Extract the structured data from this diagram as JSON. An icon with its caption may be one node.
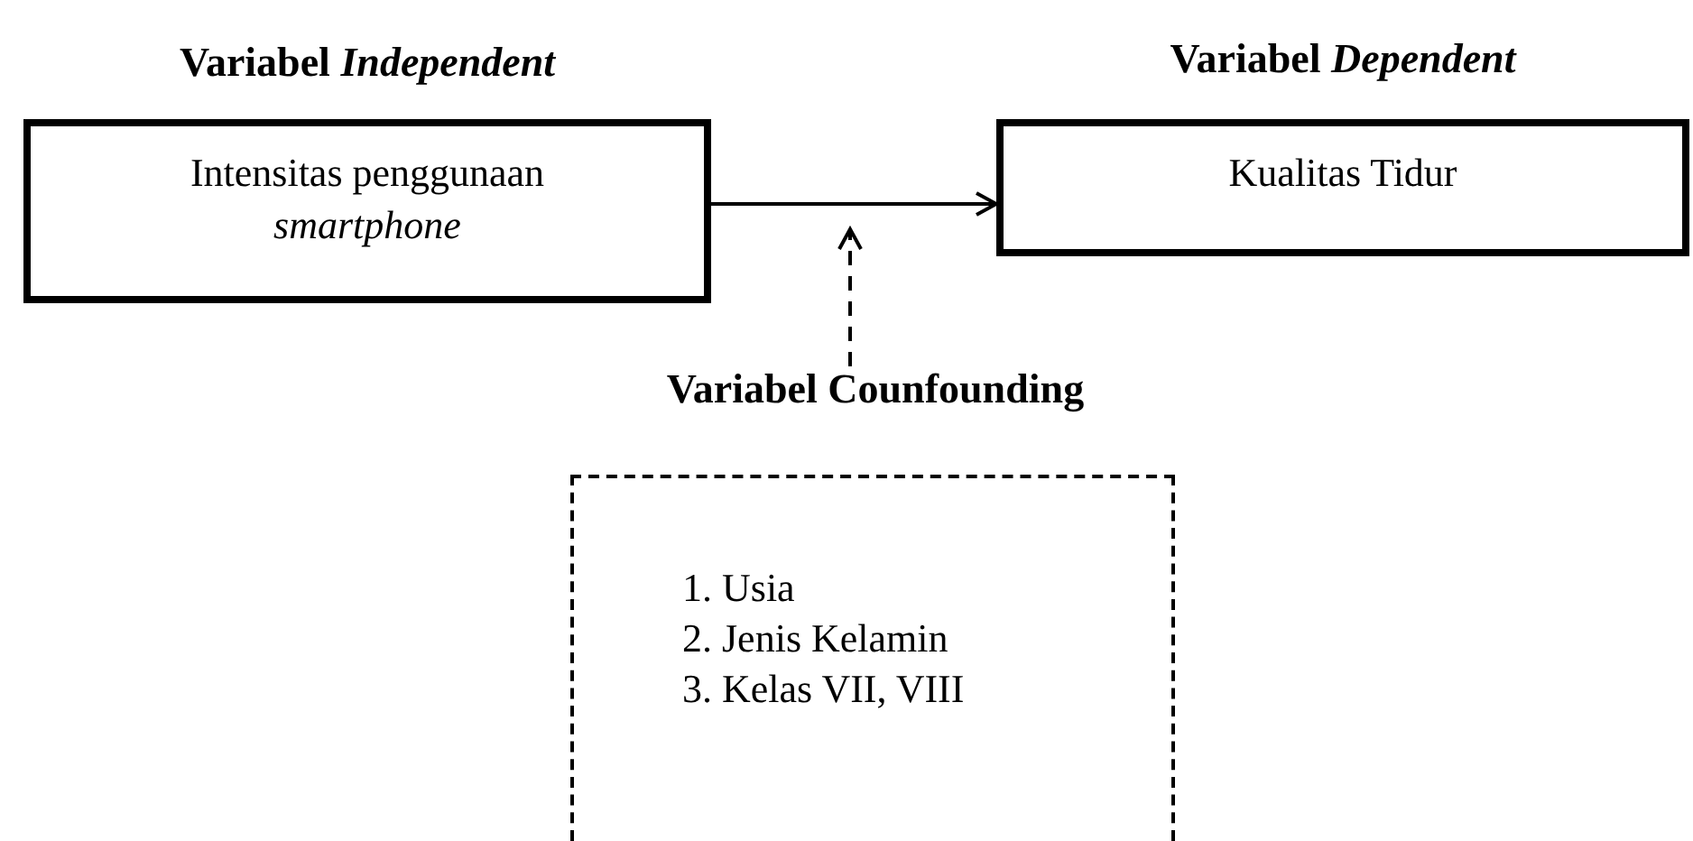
{
  "diagram": {
    "nodes": [
      {
        "text": [
          "Variabel *Independent*",
          "Intensitas penggunaan *smartphone*"
        ]
      },
      {
        "text": [
          "Variabel *Dependent*",
          "Kualitas Tidur"
        ]
      },
      {
        "text": [
          "Variabel Counfounding",
          "1. Usia",
          "2. Jenis Kelamin",
          "3. Kelas VII, VIII"
        ]
      }
    ],
    "edges": [
      {
        "from": 0,
        "to": 1,
        "arrow": "to"
      },
      {
        "from": 2,
        "to": null,
        "arrow": "to",
        "style": "dashed"
      }
    ]
  }
}
